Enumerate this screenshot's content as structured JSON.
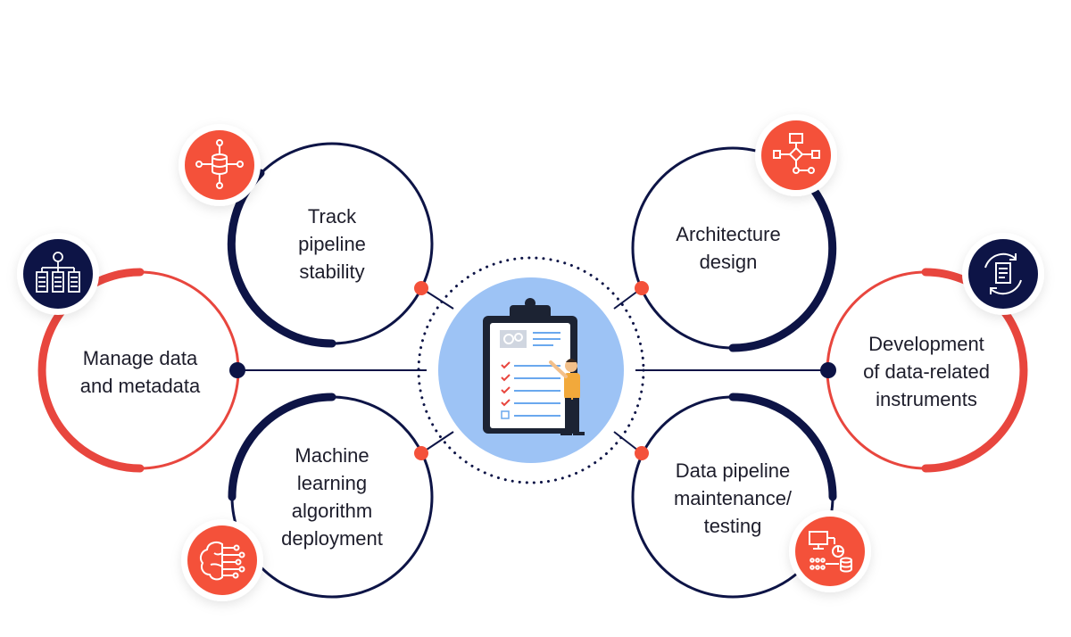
{
  "colors": {
    "navy": "#0d1446",
    "red": "#e8463e",
    "orange": "#f4513a",
    "light_blue": "#9dc3f5",
    "grey_shadow": "#eeeeee",
    "text": "#1d1d2b"
  },
  "center": {
    "icon": "clipboard-checklist-person-icon"
  },
  "nodes": [
    {
      "id": "track-pipeline-stability",
      "label": "Track\npipeline\nstability",
      "ring_color": "navy",
      "icon": "database-network-icon",
      "icon_color": "orange"
    },
    {
      "id": "architecture-design",
      "label": "Architecture\ndesign",
      "ring_color": "navy",
      "icon": "flowchart-icon",
      "icon_color": "orange"
    },
    {
      "id": "manage-data-and-metadata",
      "label": "Manage data\nand metadata",
      "ring_color": "red",
      "icon": "data-hierarchy-icon",
      "icon_color": "navy"
    },
    {
      "id": "development-of-data-related-instruments",
      "label": "Development\nof data-related\ninstruments",
      "ring_color": "red",
      "icon": "document-cycle-icon",
      "icon_color": "navy"
    },
    {
      "id": "machine-learning-algorithm-deployment",
      "label": "Machine\nlearning\nalgorithm\ndeployment",
      "ring_color": "navy",
      "icon": "brain-circuit-icon",
      "icon_color": "orange"
    },
    {
      "id": "data-pipeline-maintenance-testing",
      "label": "Data pipeline\nmaintenance/\ntesting",
      "ring_color": "navy",
      "icon": "computer-database-icon",
      "icon_color": "orange"
    }
  ]
}
